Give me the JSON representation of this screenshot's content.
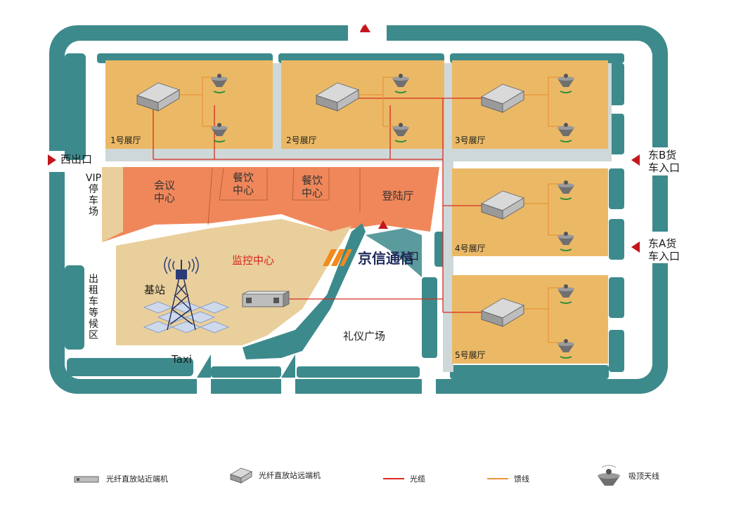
{
  "halls": [
    {
      "label": "1号展厅"
    },
    {
      "label": "2号展厅"
    },
    {
      "label": "3号展厅"
    },
    {
      "label": "4号展厅"
    },
    {
      "label": "5号展厅"
    }
  ],
  "entrances": {
    "west_exit": "西出口",
    "east_b": "东B货\n车入口",
    "east_a": "东A货\n车入口"
  },
  "zones": {
    "meeting": "会议\n中心",
    "dining1": "餐饮\n中心",
    "dining2": "餐饮\n中心",
    "boarding": "登陆厅",
    "monitor": "监控中心",
    "base_station": "基站",
    "plaza": "礼仪广场",
    "taxi": "Taxi",
    "vip": "VIP\n停\n车\n场",
    "taxi_wait": "出\n租\n车\n等\n候\n区",
    "main_entrance_hidden": "入口"
  },
  "brand": {
    "name": "京信通信"
  },
  "legend": {
    "near_end": "光纤直放站近端机",
    "far_end": "光纤直放站远端机",
    "fiber": "光缆",
    "feeder": "馈线",
    "ceiling_antenna": "吸顶天线"
  },
  "colors": {
    "teal": "#3d8a8c",
    "hall": "#ebb966",
    "orange": "#f0875a",
    "sand": "#e9cf9c",
    "fiber": "#d72b23",
    "feeder": "#e8943a",
    "arrow_red": "#c4161c"
  }
}
